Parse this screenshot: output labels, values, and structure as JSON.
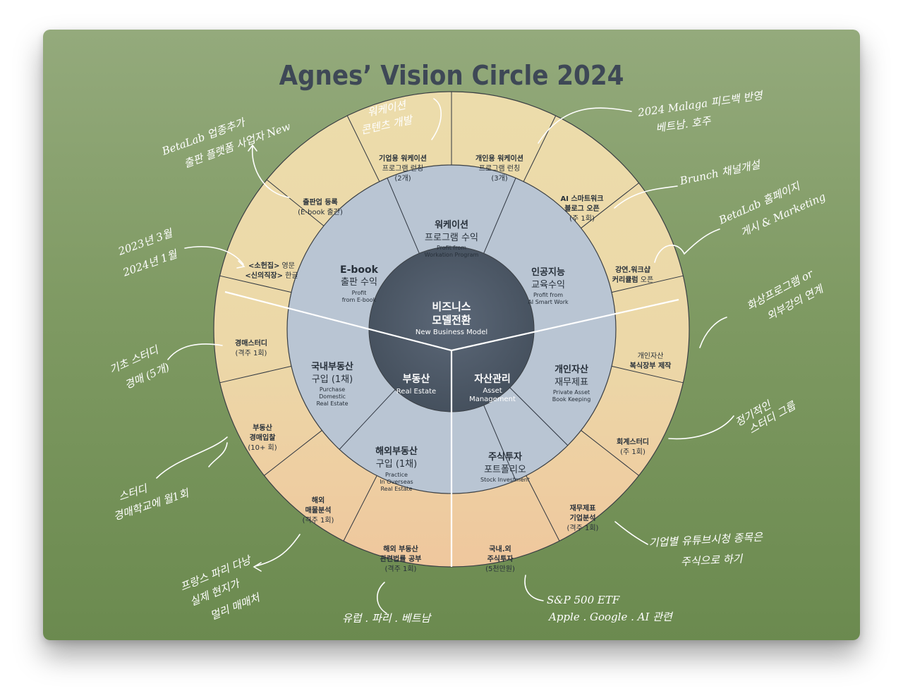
{
  "title": "Agnes’ Vision Circle 2024",
  "colors": {
    "outer_top": "#ecdcab",
    "outer_bottom": "#edc9a0",
    "middle": "#b9c5d3",
    "center": "#4e5a68",
    "title": "#3e4856"
  },
  "center": {
    "title_ko": "비즈니스",
    "title_ko2": "모델전환",
    "title_en": "New Business Model"
  },
  "inner": {
    "realestate": {
      "ko": "부동산",
      "en": "Real Estate"
    },
    "asset": {
      "ko": "자산관리",
      "en1": "Asset",
      "en2": "Management"
    }
  },
  "middle": {
    "workation": {
      "l1": "워케이션",
      "l2": "프로그램 수익",
      "e1": "Profit from",
      "e2": "Workation Program"
    },
    "ai": {
      "l1": "인공지능",
      "l2": "교육수익",
      "e1": "Profit from",
      "e2": "AI Smart Work"
    },
    "ebook": {
      "l1": "E-book",
      "l2": "출판 수익",
      "e1": "Profit",
      "e2": "from E-book"
    },
    "domestic": {
      "l1": "국내부동산",
      "l2": "구입 (1채)",
      "e1": "Purchase",
      "e2": "Domestic",
      "e3": "Real Estate"
    },
    "bookkeeping": {
      "l1": "개인자산",
      "l2": "재무제표",
      "e1": "Private Asset",
      "e2": "Book Keeping"
    },
    "overseas": {
      "l1": "해외부동산",
      "l2": "구입 (1채)",
      "e1": "Practice",
      "e2": "In Overseas",
      "e3": "Real Estate"
    },
    "stock": {
      "l1": "주식투자",
      "l2": "포트폴리오",
      "e1": "Stock Investment"
    }
  },
  "outer": {
    "corp_workation": {
      "l1": "기업용 워케이션",
      "l2": "프로그램 런칭",
      "l3": "(2개)"
    },
    "personal_workation": {
      "l1": "개인용 워케이션",
      "l2": "프로그램 런칭",
      "l3": "(3개)"
    },
    "ai_blog": {
      "l1": "AI 스마트워크",
      "l2": "블로그 오픈",
      "l3": "(주 1회)"
    },
    "lecture": {
      "l1": "강연.워크샵",
      "l2": "커리큘럼",
      "l2b": " 오픈"
    },
    "publisher": {
      "l1": "출판업 등록",
      "l2": "(E-book 출간)"
    },
    "books": {
      "l1": "<소헌집>",
      "l1b": " 영문",
      "l2": "<신의직장>",
      "l2b": " 한글"
    },
    "auction_study": {
      "l1": "경매스터디",
      "l2": "(격주 1회)"
    },
    "personal_asset": {
      "l1": "개인자산",
      "l2": "복식장부 제작"
    },
    "auction_bid": {
      "l1": "부동산",
      "l2": "경매입찰",
      "l3": "(10+ 회)"
    },
    "accounting": {
      "l1": "회계스터디",
      "l2": "(주 1회)"
    },
    "overseas_analysis": {
      "l1": "해외",
      "l2": "매물분석",
      "l3": "(격주 1회)"
    },
    "fin_statement": {
      "l1": "재무제표",
      "l2": "기업분석",
      "l3": "(격주 1회)"
    },
    "overseas_law": {
      "l1": "해외 부동산",
      "l2": "관련법률 공부",
      "l3": "(격주 1회)"
    },
    "stocks": {
      "l1": "국내.외",
      "l2": "주식투자",
      "l3": "(5천만원)"
    }
  },
  "notes": {
    "workation_content": {
      "l1": "워케이션",
      "l2": "콘텐츠 개발"
    },
    "malaga": {
      "l1": "2024 Malaga 피드백 반영",
      "l2": "베트남. 호주"
    },
    "betalab": {
      "l1": "BetaLab 업종추가",
      "l2": "출판 플랫폼 사업자 New"
    },
    "brunch": {
      "l1": "Brunch 채널개설"
    },
    "homepage": {
      "l1": "BetaLab 홈페이지",
      "l2": "게시 & Marketing"
    },
    "publish_plan": {
      "l1": "2023년 3월",
      "l2": "2024년 1월"
    },
    "online": {
      "l1": "화상프로그램 or",
      "l2": "외부강의 연계"
    },
    "auction": {
      "l1": "기초 스터디",
      "l2": "경매 (5개)"
    },
    "regular": {
      "l1": "정기적인",
      "l2": "스터디 그룹"
    },
    "study": {
      "l1": "스터디",
      "l2": "경매학교에 월1회"
    },
    "overseas_note": {
      "l1": "프랑스 파리 다낭",
      "l2": "실제 현지가",
      "l3": "멀리 매매처"
    },
    "corporate": {
      "l1": "기업별 유튜브시청  종목은",
      "l2": "주식으로 하기"
    },
    "law": {
      "l1": "유럽 . 파리 . 베트남"
    },
    "sp500": {
      "l1": "S&P 500 ETF",
      "l2": "Apple . Google . AI 관련"
    }
  }
}
